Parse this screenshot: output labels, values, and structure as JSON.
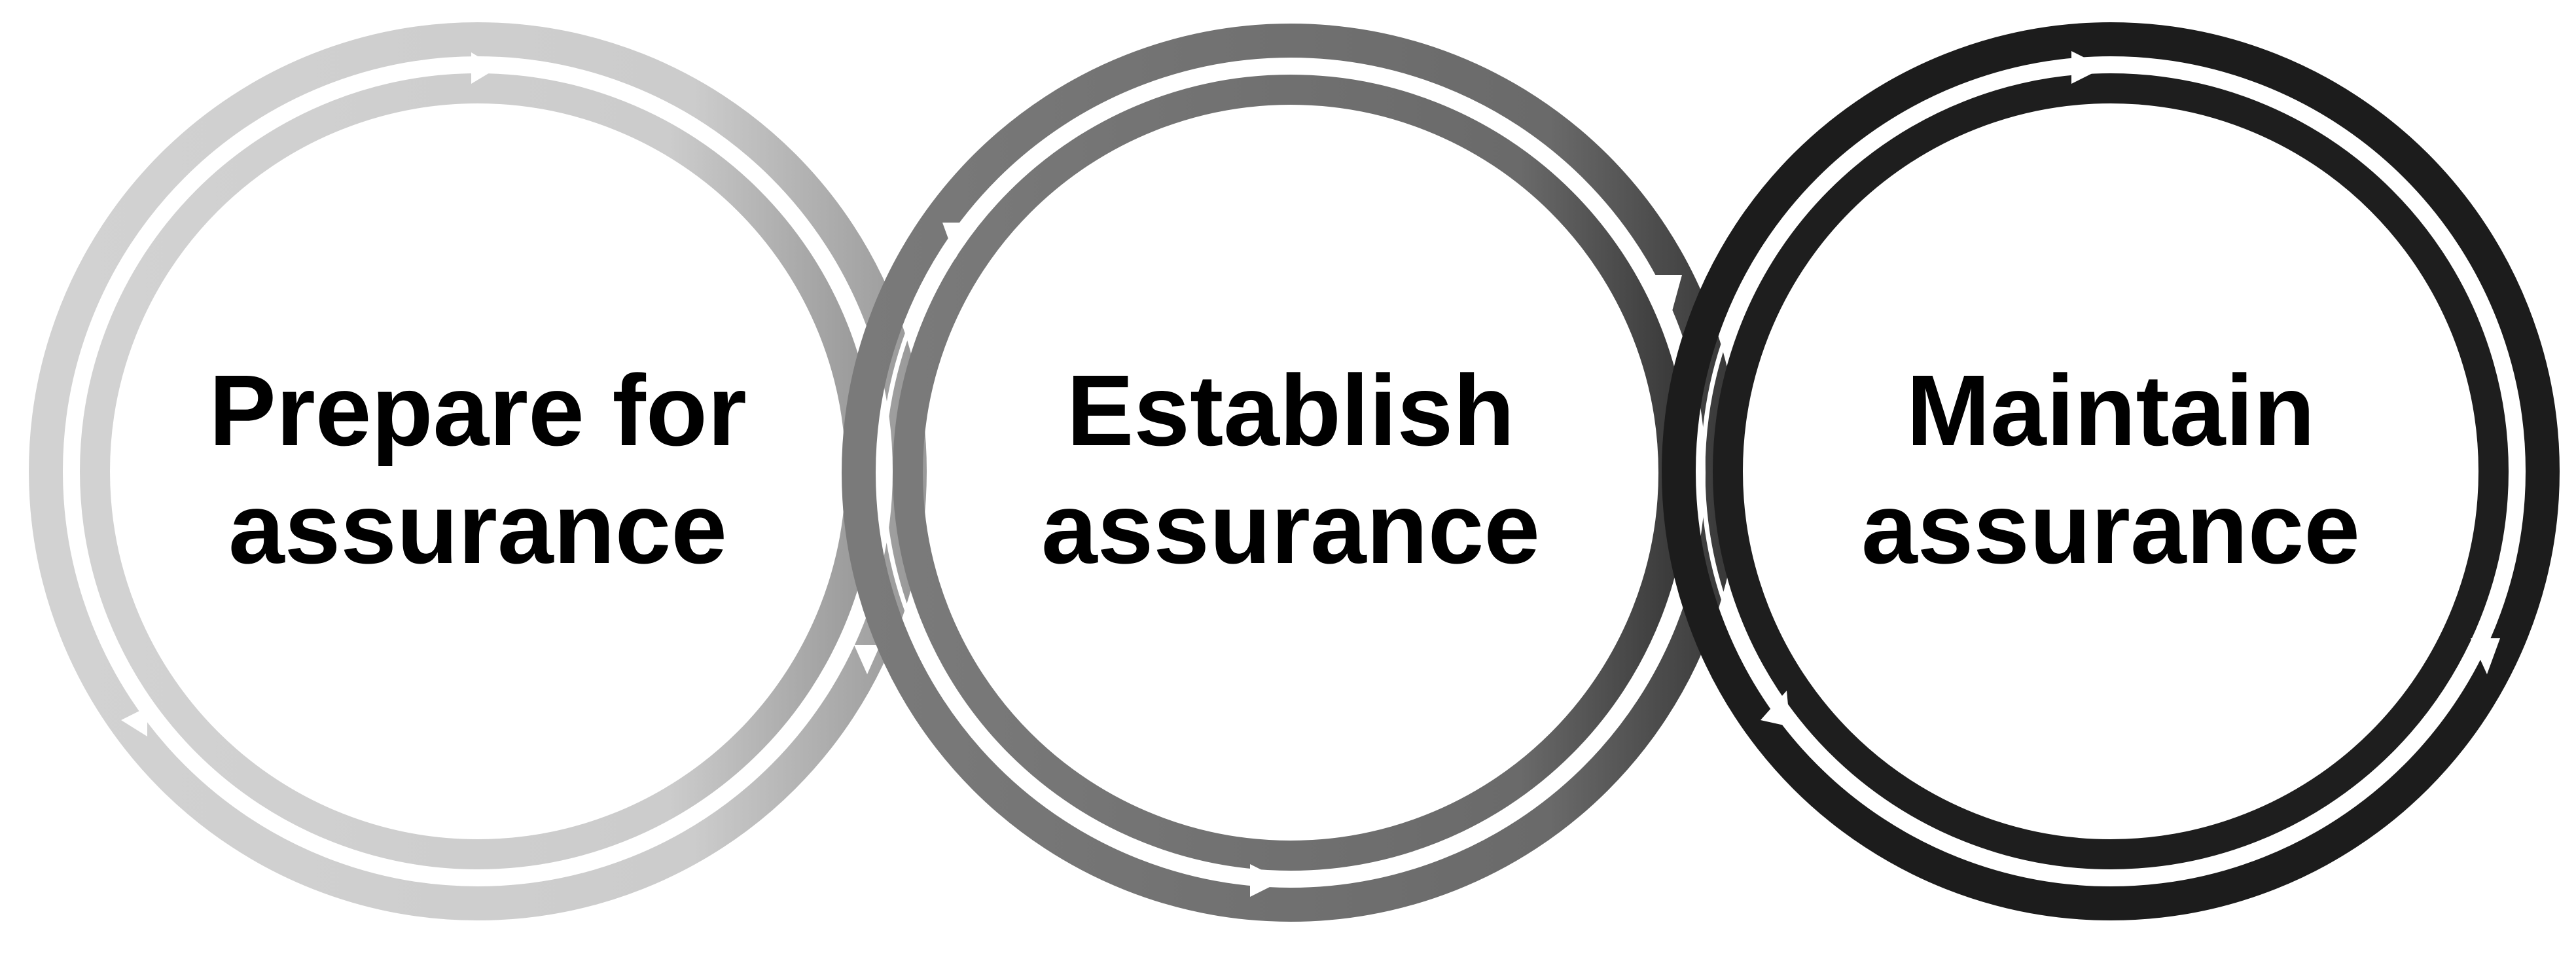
{
  "stages": [
    {
      "line1": "Prepare for",
      "line2": "assurance",
      "color": "#c8c8c8",
      "inner_color": "#cfcfcf"
    },
    {
      "line1": "Establish",
      "line2": "assurance",
      "color": "#6e6e6e",
      "inner_color": "#777777"
    },
    {
      "line1": "Maintain",
      "line2": "assurance",
      "color": "#1c1c1c",
      "inner_color": "#1e1e1e"
    }
  ],
  "arrow_color": "#ffffff",
  "background": "#ffffff"
}
